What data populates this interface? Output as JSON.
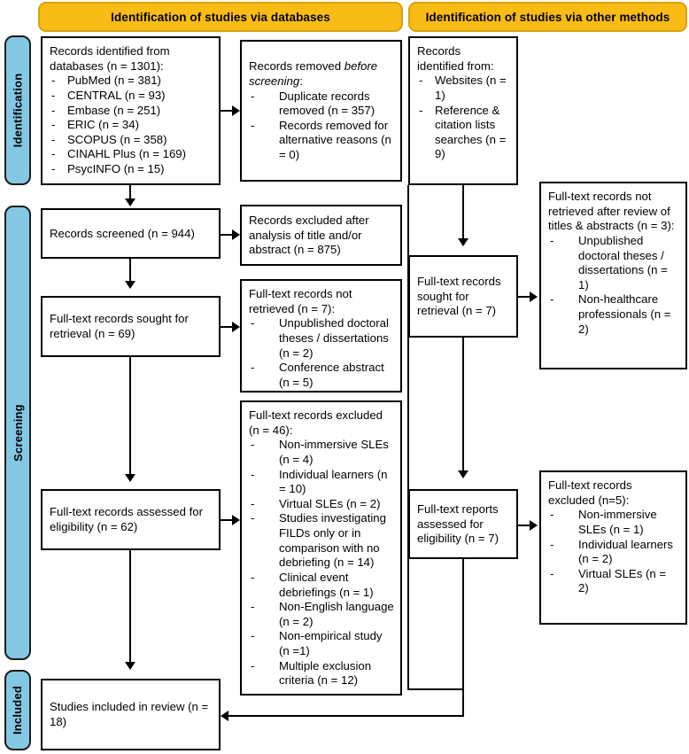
{
  "banners": {
    "left": "Identification of studies via databases",
    "right": "Identification of studies via other methods"
  },
  "stages": {
    "identification": "Identification",
    "screening": "Screening",
    "included": "Included"
  },
  "colors": {
    "banner_fill": "#f9bc15",
    "banner_border": "#d9a20d",
    "stage_fill": "#84c8e3",
    "stage_border": "#1b1b1b",
    "box_border": "#000000",
    "connector": "#000000",
    "page_background": "#ffffff"
  },
  "boxes": {
    "records_identified_db": {
      "header": "Records identified from databases (n = 1301):",
      "items": [
        "PubMed (n = 381)",
        "CENTRAL (n = 93)",
        "Embase (n = 251)",
        "ERIC (n = 34)",
        "SCOPUS (n = 358)",
        "CINAHL Plus (n = 169)",
        "PsycINFO (n = 15)"
      ]
    },
    "records_removed": {
      "header_pre": "Records removed ",
      "header_em": "before screening",
      "header_post": ":",
      "items": [
        "Duplicate records removed (n = 357)",
        "Records removed for alternative reasons (n = 0)"
      ]
    },
    "records_identified_other": {
      "header": "Records identified from:",
      "items": [
        "Websites (n = 1)",
        "Reference & citation lists searches (n = 9)"
      ]
    },
    "records_screened": {
      "header": "Records screened (n = 944)"
    },
    "records_excluded": {
      "header": "Records excluded after analysis of title and/or abstract (n = 875)"
    },
    "fulltext_sought_db": {
      "header": "Full-text records sought for retrieval (n = 69)"
    },
    "fulltext_not_retrieved_db": {
      "header": "Full-text records not retrieved (n = 7):",
      "items": [
        "Unpublished doctoral theses / dissertations (n = 2)",
        "Conference abstract (n = 5)"
      ]
    },
    "fulltext_sought_other": {
      "header": "Full-text records sought for retrieval (n = 7)"
    },
    "fulltext_not_retrieved_other": {
      "header": "Full-text records not retrieved after review of titles & abstracts (n = 3):",
      "items": [
        "Unpublished doctoral theses / dissertations (n = 1)",
        "Non-healthcare professionals (n = 2)"
      ]
    },
    "fulltext_assessed_db": {
      "header": "Full-text records assessed for eligibility (n = 62)"
    },
    "fulltext_excluded_db": {
      "header": "Full-text records excluded (n = 46):",
      "items": [
        "Non-immersive SLEs (n = 4)",
        "Individual learners (n = 10)",
        "Virtual SLEs (n = 2)",
        "Studies investigating FILDs only or in comparison with no debriefing (n = 14)",
        "Clinical event debriefings (n = 1)",
        "Non-English language (n = 2)",
        "Non-empirical study (n =1)",
        "Multiple exclusion criteria (n = 12)"
      ]
    },
    "fulltext_assessed_other": {
      "header": "Full-text reports assessed for eligibility (n = 7)"
    },
    "fulltext_excluded_other": {
      "header": "Full-text records excluded (n=5):",
      "items": [
        "Non-immersive SLEs (n = 1)",
        "Individual learners (n = 2)",
        "Virtual SLEs (n = 2)"
      ]
    },
    "studies_included": {
      "header": "Studies included in review (n = 18)"
    }
  }
}
